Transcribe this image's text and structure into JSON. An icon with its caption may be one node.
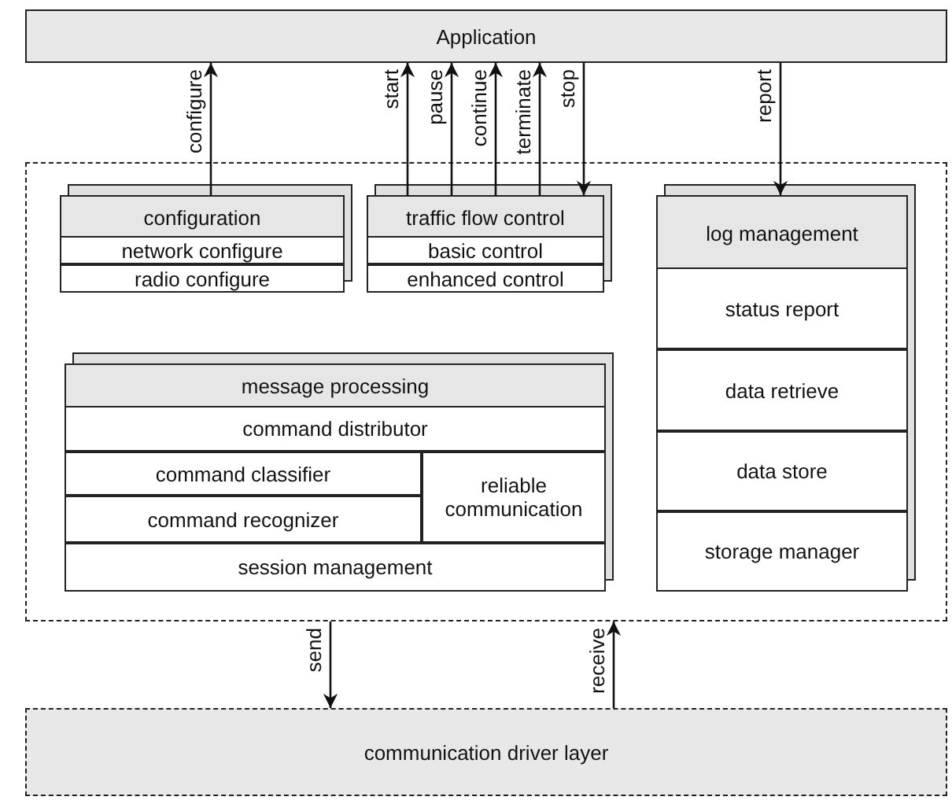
{
  "diagram": {
    "nodes": [
      {
        "text": [
          "Application"
        ]
      },
      {
        "text": [],
        "shape": "box"
      },
      {
        "text": [
          "configuration"
        ],
        "in": 1
      },
      {
        "text": [
          "network configure"
        ],
        "in": 2
      },
      {
        "text": [
          "radio configure"
        ],
        "in": 2
      },
      {
        "text": [
          "traffic flow control"
        ],
        "in": 1
      },
      {
        "text": [
          "basic control"
        ],
        "in": 5
      },
      {
        "text": [
          "enhanced control"
        ],
        "in": 5
      },
      {
        "text": [
          "log management"
        ],
        "in": 1
      },
      {
        "text": [
          "status report"
        ],
        "in": 8
      },
      {
        "text": [
          "data retrieve"
        ],
        "in": 8
      },
      {
        "text": [
          "data store"
        ],
        "in": 8
      },
      {
        "text": [
          "storage manager"
        ],
        "in": 8
      },
      {
        "text": [
          "message processing"
        ],
        "in": 1
      },
      {
        "text": [
          "command distributor"
        ],
        "in": 13
      },
      {
        "text": [
          "command classifier"
        ],
        "in": 13
      },
      {
        "text": [
          "command recognizer"
        ],
        "in": 13
      },
      {
        "text": [
          "reliable communication"
        ],
        "in": 13
      },
      {
        "text": [
          "session management"
        ],
        "in": 13
      },
      {
        "text": [
          "communication driver layer"
        ]
      }
    ],
    "edges": [
      {
        "from": 2,
        "to": 0,
        "arrow": "to",
        "label": "configure"
      },
      {
        "from": 5,
        "to": 0,
        "arrow": "to",
        "label": "start"
      },
      {
        "from": 5,
        "to": 0,
        "arrow": "to",
        "label": "pause"
      },
      {
        "from": 5,
        "to": 0,
        "arrow": "to",
        "label": "continue"
      },
      {
        "from": 5,
        "to": 0,
        "arrow": "to",
        "label": "terminate"
      },
      {
        "from": 0,
        "to": 5,
        "arrow": "to",
        "label": "stop"
      },
      {
        "from": 0,
        "to": 8,
        "arrow": "to",
        "label": "report"
      },
      {
        "from": 1,
        "to": 19,
        "arrow": "to",
        "label": "send"
      },
      {
        "from": 19,
        "to": 1,
        "arrow": "to",
        "label": "receive"
      }
    ]
  }
}
